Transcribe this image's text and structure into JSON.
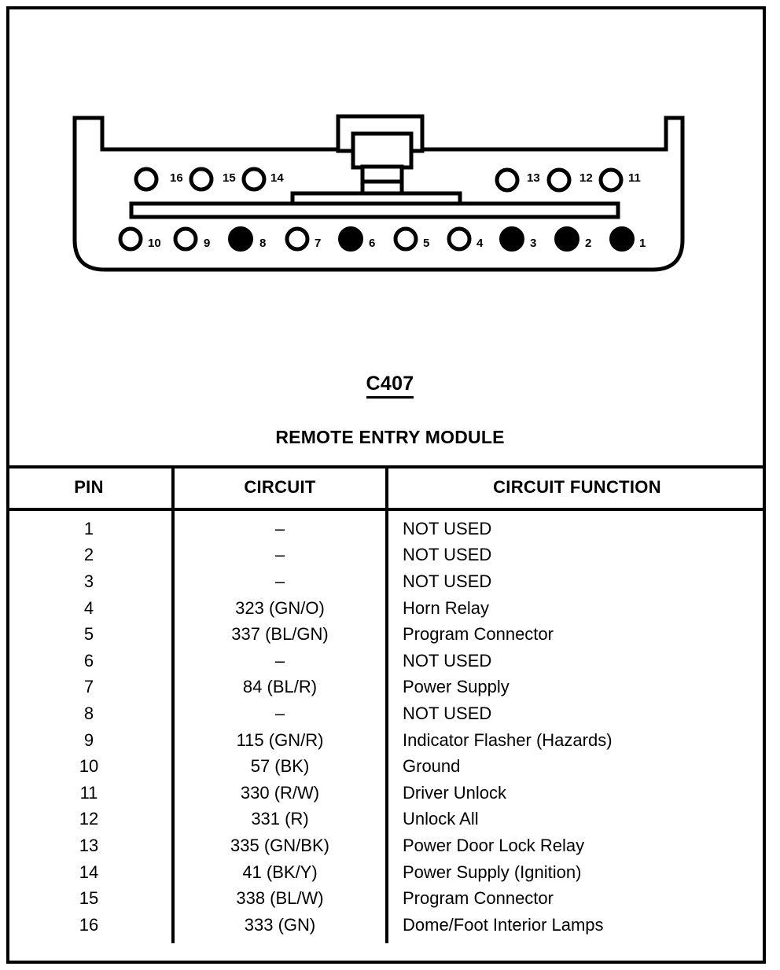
{
  "connector": {
    "id_label": "C407",
    "name": "REMOTE ENTRY MODULE",
    "top_row_left": [
      {
        "pin": "16",
        "filled": false
      },
      {
        "pin": "15",
        "filled": false
      },
      {
        "pin": "14",
        "filled": false
      }
    ],
    "top_row_right": [
      {
        "pin": "13",
        "filled": false
      },
      {
        "pin": "12",
        "filled": false
      },
      {
        "pin": "11",
        "filled": false
      }
    ],
    "bottom_row": [
      {
        "pin": "10",
        "filled": false
      },
      {
        "pin": "9",
        "filled": false
      },
      {
        "pin": "8",
        "filled": true
      },
      {
        "pin": "7",
        "filled": false
      },
      {
        "pin": "6",
        "filled": true
      },
      {
        "pin": "5",
        "filled": false
      },
      {
        "pin": "4",
        "filled": false
      },
      {
        "pin": "3",
        "filled": true
      },
      {
        "pin": "2",
        "filled": true
      },
      {
        "pin": "1",
        "filled": true
      }
    ]
  },
  "table": {
    "headers": [
      "PIN",
      "CIRCUIT",
      "CIRCUIT FUNCTION"
    ],
    "rows": [
      {
        "pin": "1",
        "circuit": "–",
        "function": "NOT USED"
      },
      {
        "pin": "2",
        "circuit": "–",
        "function": "NOT USED"
      },
      {
        "pin": "3",
        "circuit": "–",
        "function": "NOT USED"
      },
      {
        "pin": "4",
        "circuit": "323 (GN/O)",
        "function": "Horn Relay"
      },
      {
        "pin": "5",
        "circuit": "337 (BL/GN)",
        "function": "Program Connector"
      },
      {
        "pin": "6",
        "circuit": "–",
        "function": "NOT USED"
      },
      {
        "pin": "7",
        "circuit": "84 (BL/R)",
        "function": "Power Supply"
      },
      {
        "pin": "8",
        "circuit": "–",
        "function": "NOT USED"
      },
      {
        "pin": "9",
        "circuit": "115 (GN/R)",
        "function": "Indicator Flasher (Hazards)"
      },
      {
        "pin": "10",
        "circuit": "57 (BK)",
        "function": "Ground"
      },
      {
        "pin": "11",
        "circuit": "330 (R/W)",
        "function": "Driver Unlock"
      },
      {
        "pin": "12",
        "circuit": "331 (R)",
        "function": "Unlock All"
      },
      {
        "pin": "13",
        "circuit": "335 (GN/BK)",
        "function": "Power Door Lock Relay"
      },
      {
        "pin": "14",
        "circuit": "41 (BK/Y)",
        "function": "Power Supply (Ignition)"
      },
      {
        "pin": "15",
        "circuit": "338 (BL/W)",
        "function": "Program Connector"
      },
      {
        "pin": "16",
        "circuit": "333 (GN)",
        "function": "Dome/Foot Interior Lamps"
      }
    ]
  },
  "colors": {
    "line": "#000000",
    "background": "#ffffff",
    "fill_pin": "#000000"
  }
}
